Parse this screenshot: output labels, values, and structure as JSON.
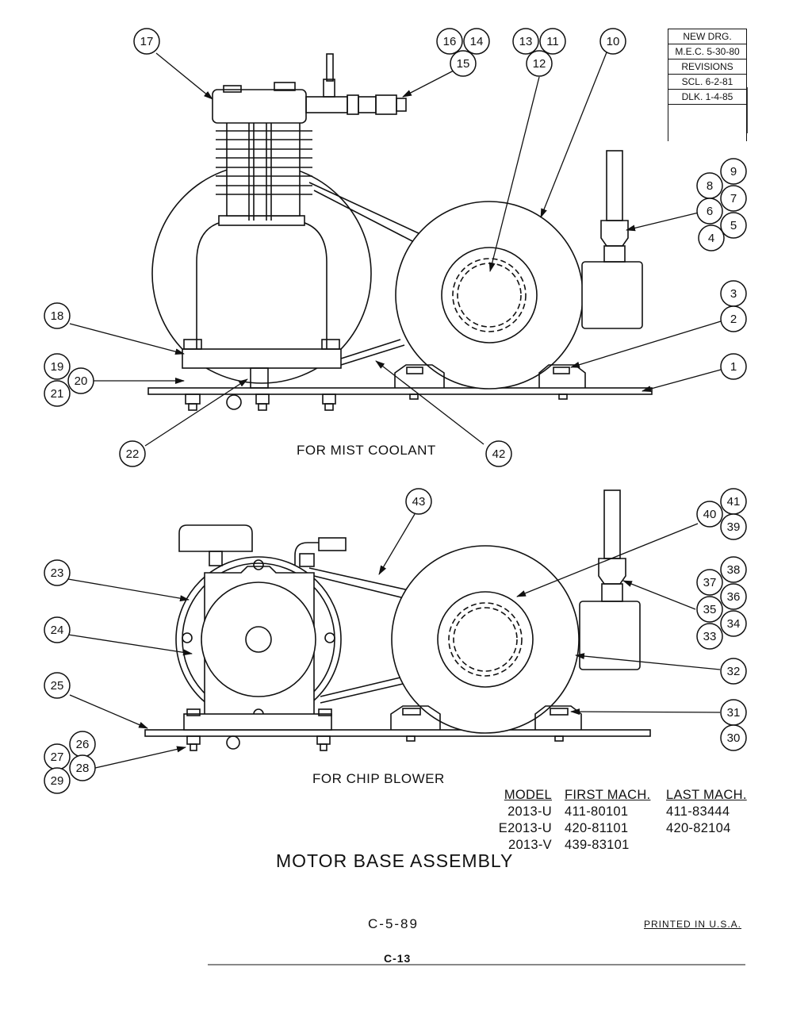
{
  "revision_block": {
    "rows": [
      "NEW DRG.",
      "M.E.C. 5-30-80",
      "REVISIONS",
      "SCL. 6-2-81",
      "DLK. 1-4-85"
    ]
  },
  "top_view": {
    "caption": "FOR MIST COOLANT",
    "callouts": [
      "17",
      "16",
      "14",
      "15",
      "13",
      "11",
      "12",
      "10",
      "9",
      "8",
      "7",
      "6",
      "5",
      "4",
      "3",
      "2",
      "1",
      "18",
      "19",
      "20",
      "21",
      "22",
      "42"
    ]
  },
  "bottom_view": {
    "caption": "FOR CHIP BLOWER",
    "callouts": [
      "43",
      "41",
      "40",
      "39",
      "38",
      "37",
      "36",
      "35",
      "34",
      "33",
      "32",
      "31",
      "30",
      "23",
      "24",
      "25",
      "26",
      "27",
      "28",
      "29"
    ]
  },
  "model_table": {
    "headers": [
      "MODEL",
      "FIRST MACH.",
      "LAST MACH."
    ],
    "rows": [
      [
        "2013-U",
        "411-80101",
        "411-83444"
      ],
      [
        "E2013-U",
        "420-81101",
        "420-82104"
      ],
      [
        "2013-V",
        "439-83101",
        ""
      ]
    ]
  },
  "title": "MOTOR BASE ASSEMBLY",
  "footer": {
    "date_code": "C-5-89",
    "printed": "PRINTED IN U.S.A.",
    "page_id": "C-13"
  }
}
